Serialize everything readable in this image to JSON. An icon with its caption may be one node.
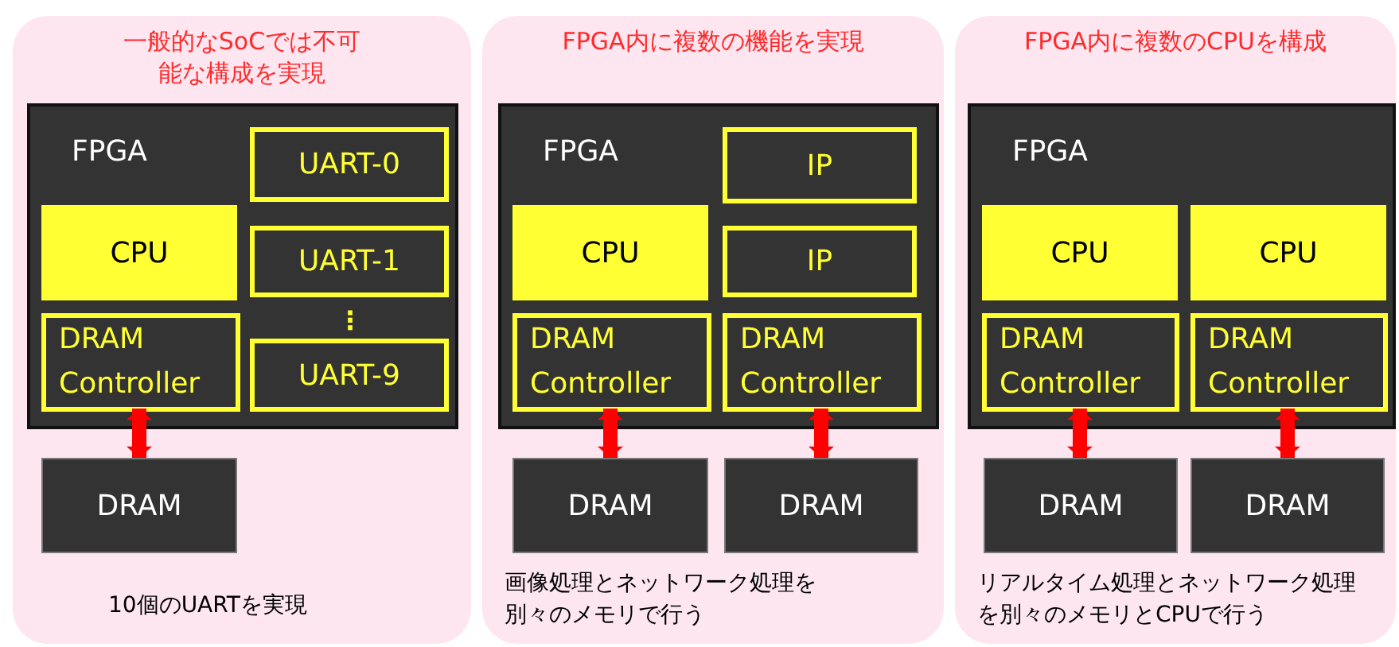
{
  "diagram": {
    "nodes": [
      {
        "text": [
          "一般的なSoCでは不可能な構成を実現",
          "10個のUARTを実現"
        ]
      },
      {
        "text": [
          "FPGA"
        ],
        "in": 0
      },
      {
        "text": [
          "UART-0"
        ],
        "in": 1
      },
      {
        "text": [
          "CPU"
        ],
        "in": 1
      },
      {
        "text": [
          "UART-1"
        ],
        "in": 1
      },
      {
        "text": [
          "DRAM Controller"
        ],
        "in": 1
      },
      {
        "text": [
          "UART-9"
        ],
        "in": 1
      },
      {
        "text": [
          "DRAM"
        ],
        "in": 0
      },
      {
        "text": [
          "FPGA内に複数の機能を実現",
          "画像処理とネットワーク処理を別々のメモリで行う"
        ]
      },
      {
        "text": [
          "FPGA"
        ],
        "in": 8
      },
      {
        "text": [
          "IP"
        ],
        "in": 9
      },
      {
        "text": [
          "CPU"
        ],
        "in": 9
      },
      {
        "text": [
          "IP"
        ],
        "in": 9
      },
      {
        "text": [
          "DRAM Controller"
        ],
        "in": 9
      },
      {
        "text": [
          "DRAM Controller"
        ],
        "in": 9
      },
      {
        "text": [
          "DRAM"
        ],
        "in": 8
      },
      {
        "text": [
          "DRAM"
        ],
        "in": 8
      },
      {
        "text": [
          "FPGA内に複数のCPUを構成",
          "リアルタイム処理とネットワーク処理を別々のメモリとCPUで行う"
        ]
      },
      {
        "text": [
          "FPGA"
        ],
        "in": 17
      },
      {
        "text": [
          "CPU"
        ],
        "in": 18
      },
      {
        "text": [
          "CPU"
        ],
        "in": 18
      },
      {
        "text": [
          "DRAM Controller"
        ],
        "in": 18
      },
      {
        "text": [
          "DRAM Controller"
        ],
        "in": 18
      },
      {
        "text": [
          "DRAM"
        ],
        "in": 17
      },
      {
        "text": [
          "DRAM"
        ],
        "in": 17
      }
    ],
    "edges": [
      {
        "from": 5,
        "to": 7,
        "arrow": "both"
      },
      {
        "from": 13,
        "to": 15,
        "arrow": "both"
      },
      {
        "from": 14,
        "to": 16,
        "arrow": "both"
      },
      {
        "from": 21,
        "to": 23,
        "arrow": "both"
      },
      {
        "from": 22,
        "to": 24,
        "arrow": "both"
      }
    ],
    "labels": [
      "⋮"
    ]
  }
}
